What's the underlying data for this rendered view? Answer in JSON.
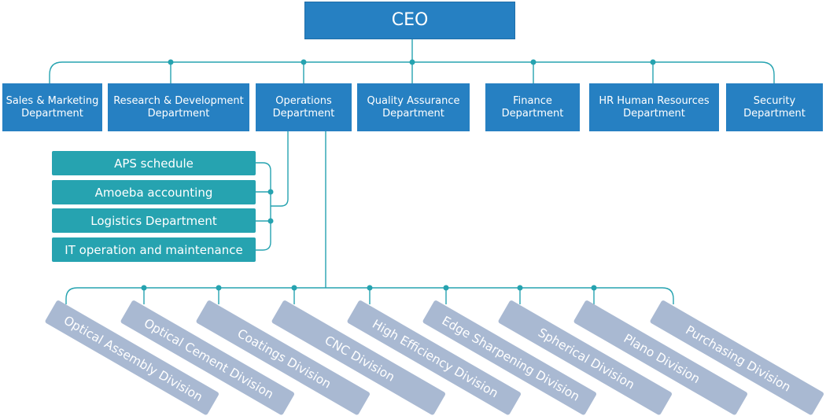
{
  "colors": {
    "dept_blue": "#2680c2",
    "sub_teal": "#26a3b0",
    "division_gray": "#a9b9d2",
    "line_teal": "#26a3b0"
  },
  "ceo": {
    "label": "CEO"
  },
  "departments": [
    {
      "id": "sales",
      "label": "Sales & Marketing\nDepartment"
    },
    {
      "id": "rnd",
      "label": "Research & Development\nDepartment"
    },
    {
      "id": "operations",
      "label": "Operations\nDepartment"
    },
    {
      "id": "qa",
      "label": "Quality Assurance\nDepartment"
    },
    {
      "id": "finance",
      "label": "Finance\nDepartment"
    },
    {
      "id": "hr",
      "label": "HR  Human Resources\nDepartment"
    },
    {
      "id": "security",
      "label": "Security\nDepartment"
    }
  ],
  "operations_units": [
    {
      "label": "APS schedule"
    },
    {
      "label": "Amoeba accounting"
    },
    {
      "label": "Logistics Department"
    },
    {
      "label": "IT operation and maintenance"
    }
  ],
  "divisions": [
    {
      "label": "Optical Assembly Division"
    },
    {
      "label": "Optical Cement Division"
    },
    {
      "label": "Coatings Division"
    },
    {
      "label": "CNC Division"
    },
    {
      "label": "High Efficiency Division"
    },
    {
      "label": "Edge Sharpening Division"
    },
    {
      "label": "Spherical Division"
    },
    {
      "label": "Plano Division"
    },
    {
      "label": "Purchasing Division"
    }
  ]
}
